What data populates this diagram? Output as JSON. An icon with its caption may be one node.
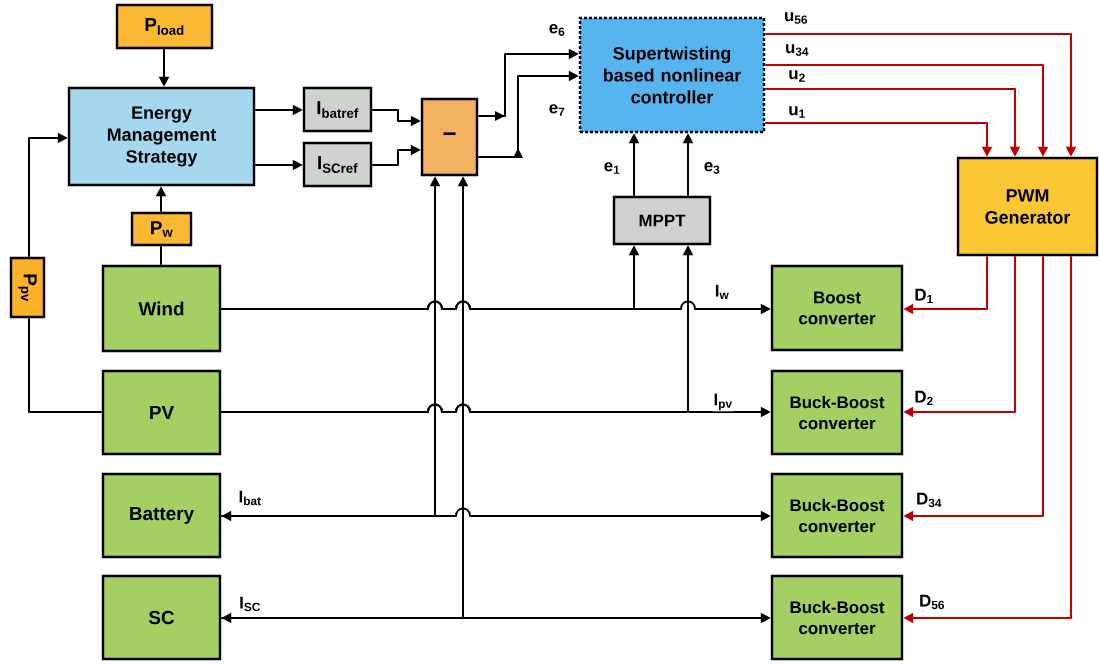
{
  "diagram": {
    "nodes": [
      {
        "text": [
          "P$_{load}$"
        ]
      },
      {
        "text": [
          "Energy Management Strategy"
        ]
      },
      {
        "text": [
          "P$_{pv}$"
        ]
      },
      {
        "text": [
          "P$_{w}$"
        ]
      },
      {
        "text": [
          "I$_{batref}$"
        ]
      },
      {
        "text": [
          "I$_{SCref}$"
        ]
      },
      {
        "text": [
          "−"
        ]
      },
      {
        "text": [
          "Supertwisting based nonlinear controller"
        ]
      },
      {
        "text": [
          "MPPT"
        ]
      },
      {
        "text": [
          "PWM Generator"
        ]
      },
      {
        "text": [
          "Wind"
        ]
      },
      {
        "text": [
          "PV"
        ]
      },
      {
        "text": [
          "Battery"
        ]
      },
      {
        "text": [
          "SC"
        ]
      },
      {
        "text": [
          "Boost converter"
        ]
      },
      {
        "text": [
          "Buck-Boost converter"
        ]
      },
      {
        "text": [
          "Buck-Boost converter"
        ]
      },
      {
        "text": [
          "Buck-Boost converter"
        ]
      }
    ],
    "edges": [
      {
        "from": 0,
        "to": 1,
        "arrow": "to"
      },
      {
        "from": 2,
        "to": 1,
        "arrow": "to"
      },
      {
        "from": 11,
        "to": 2,
        "arrow": "none"
      },
      {
        "from": 10,
        "to": 3,
        "arrow": "none"
      },
      {
        "from": 3,
        "to": 1,
        "arrow": "to"
      },
      {
        "from": 1,
        "to": 4,
        "arrow": "to"
      },
      {
        "from": 1,
        "to": 5,
        "arrow": "to"
      },
      {
        "from": 4,
        "to": 6,
        "arrow": "to"
      },
      {
        "from": 5,
        "to": 6,
        "arrow": "to"
      },
      {
        "from": 6,
        "to": 7,
        "arrow": "to",
        "label": "e$_{6}$"
      },
      {
        "from": 6,
        "to": 7,
        "arrow": "to",
        "label": "e$_{7}$"
      },
      {
        "from": 8,
        "to": 7,
        "arrow": "to",
        "label": "e$_{1}$"
      },
      {
        "from": 8,
        "to": 7,
        "arrow": "to",
        "label": "e$_{3}$"
      },
      {
        "from": 7,
        "to": 9,
        "arrow": "to",
        "label": "u$_{56}$",
        "color": "#c00000"
      },
      {
        "from": 7,
        "to": 9,
        "arrow": "to",
        "label": "u$_{34}$",
        "color": "#c00000"
      },
      {
        "from": 7,
        "to": 9,
        "arrow": "to",
        "label": "u$_{2}$",
        "color": "#c00000"
      },
      {
        "from": 7,
        "to": 9,
        "arrow": "to",
        "label": "u$_{1}$",
        "color": "#c00000"
      },
      {
        "from": 9,
        "to": 14,
        "arrow": "to",
        "label": "D$_{1}$",
        "color": "#c00000"
      },
      {
        "from": 9,
        "to": 15,
        "arrow": "to",
        "label": "D$_{2}$",
        "color": "#c00000"
      },
      {
        "from": 9,
        "to": 16,
        "arrow": "to",
        "label": "D$_{34}$",
        "color": "#c00000"
      },
      {
        "from": 9,
        "to": 17,
        "arrow": "to",
        "label": "D$_{56}$",
        "color": "#c00000"
      },
      {
        "from": 10,
        "to": 14,
        "arrow": "to",
        "label": "I$_{w}$"
      },
      {
        "from": 10,
        "to": 8,
        "arrow": "to"
      },
      {
        "from": 11,
        "to": 15,
        "arrow": "to",
        "label": "I$_{pv}$"
      },
      {
        "from": 11,
        "to": 8,
        "arrow": "to"
      },
      {
        "from": 12,
        "to": 16,
        "arrow": "both",
        "label": "I$_{bat}$"
      },
      {
        "from": 12,
        "to": 6,
        "arrow": "to"
      },
      {
        "from": 13,
        "to": 17,
        "arrow": "both",
        "label": "I$_{SC}$"
      },
      {
        "from": 13,
        "to": 6,
        "arrow": "to"
      }
    ]
  }
}
